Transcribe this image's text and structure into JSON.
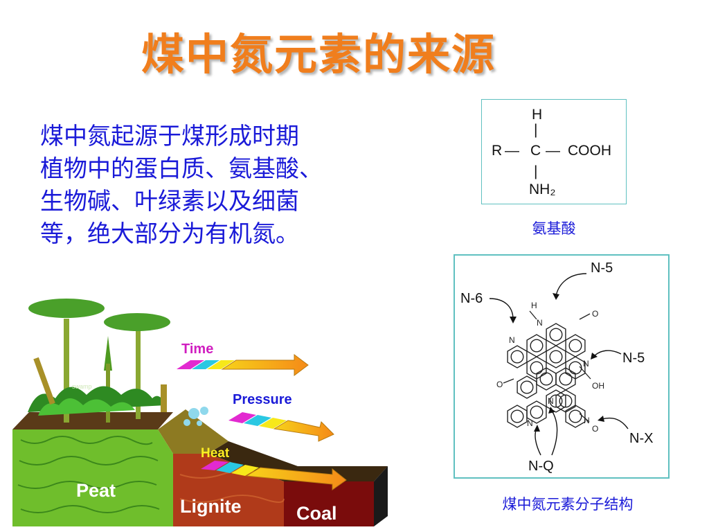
{
  "title": "煤中氮元素的来源",
  "paragraph": [
    "煤中氮起源于煤形成时期",
    "植物中的蛋白质、氨基酸、",
    "生物碱、叶绿素以及细菌",
    "等，绝大部分为有机氮。"
  ],
  "amino": {
    "caption": "氨基酸",
    "h": "H",
    "r": "R",
    "c": "C",
    "cooh": "COOH",
    "nh2": "NH₂",
    "dash": "—",
    "bar": "|"
  },
  "molecule": {
    "caption": "煤中氮元素分子结构",
    "labels": {
      "n6": "N-6",
      "n5_top": "N-5",
      "n5_right": "N-5",
      "nx": "N-X",
      "nq": "N-Q"
    },
    "atoms": {
      "n": "N",
      "o": "O",
      "h": "H",
      "oh": "OH"
    }
  },
  "coal_diagram": {
    "swamp": "swamp",
    "time": "Time",
    "pressure": "Pressure",
    "heat": "Heat",
    "peat": "Peat",
    "lignite": "Lignite",
    "coal": "Coal",
    "colors": {
      "time": "#d01ec0",
      "pressure": "#1a1ad8",
      "heat": "#ffee22",
      "peat_front": "#6fbe2c",
      "lignite_front": "#b03a1a",
      "coal_front": "#7a0c0c",
      "arrow": "#f5a21a"
    }
  }
}
